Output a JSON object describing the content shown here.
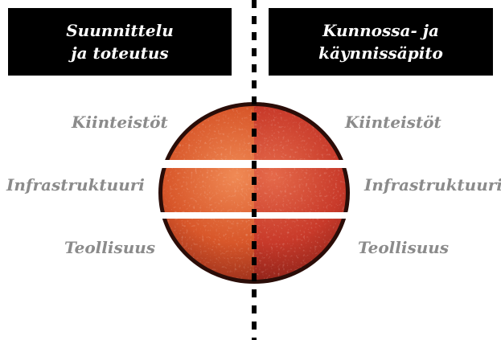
{
  "left_header": {
    "line1": "Suunnittelu",
    "line2": "ja toteutus"
  },
  "right_header": {
    "line1": "Kunnossa- ja",
    "line2": "käynnissäpito"
  },
  "left_labels": [
    "Kiinteistöt",
    "Infrastruktuuri",
    "Teollisuus"
  ],
  "right_labels": [
    "Kiinteistöt",
    "Infrastruktuuri",
    "Teollisuus"
  ],
  "colors": {
    "header_bg": "#000000",
    "header_text": "#ffffff",
    "label_text": "#8b8b8b",
    "disc_left": "#d8572a",
    "disc_right": "#c83a2a",
    "divider": "#000000"
  }
}
